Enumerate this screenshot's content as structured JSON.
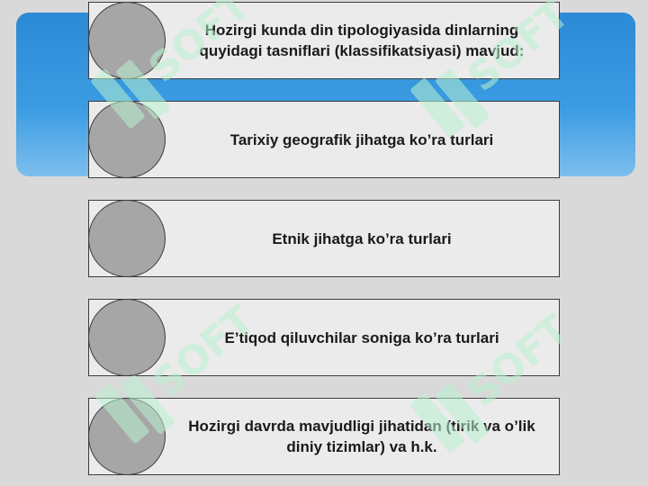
{
  "items": [
    {
      "text": "Hozirgi kunda din tipologiyasida dinlarning quyidagi tasniflari (klassifikatsiyasi) mavjud:"
    },
    {
      "text": "Tarixiy geografik jihatga ko’ra turlari"
    },
    {
      "text": "Etnik jihatga ko’ra turlari"
    },
    {
      "text": "E’tiqod qiluvchilar soniga ko’ra turlari"
    },
    {
      "text": "Hozirgi davrda mavjudligi jihatidan (tirik va o’lik diniy tizimlar) va h.k."
    }
  ],
  "watermark": {
    "text": "SOFT",
    "color": "#b8f0d0"
  },
  "colors": {
    "banner": "#3a9be2",
    "circle": "#a6a6a6",
    "box": "#ebebeb",
    "border": "#3d3d3d"
  }
}
